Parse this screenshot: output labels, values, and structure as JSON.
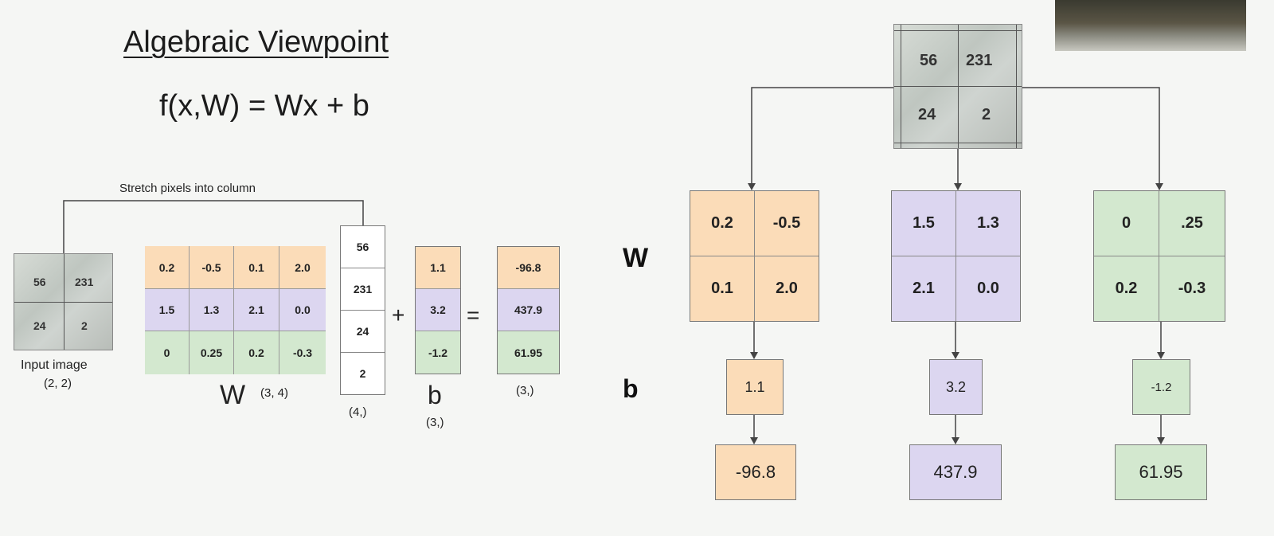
{
  "title": "Algebraic Viewpoint",
  "formula": "f(x,W) = Wx + b",
  "stretch_label": "Stretch pixels into column",
  "input_image": {
    "pixels": [
      "56",
      "231",
      "24",
      "2"
    ],
    "label": "Input image",
    "shape": "(2, 2)"
  },
  "weights": {
    "rows": [
      [
        "0.2",
        "-0.5",
        "0.1",
        "2.0"
      ],
      [
        "1.5",
        "1.3",
        "2.1",
        "0.0"
      ],
      [
        "0",
        "0.25",
        "0.2",
        "-0.3"
      ]
    ],
    "symbol": "W",
    "shape": "(3, 4)"
  },
  "column": {
    "values": [
      "56",
      "231",
      "24",
      "2"
    ],
    "shape": "(4,)"
  },
  "plus": "+",
  "bias": {
    "values": [
      "1.1",
      "3.2",
      "-1.2"
    ],
    "symbol": "b",
    "shape": "(3,)"
  },
  "equals": "=",
  "result": {
    "values": [
      "-96.8",
      "437.9",
      "61.95"
    ],
    "shape": "(3,)"
  },
  "right": {
    "w_label": "W",
    "b_label": "b",
    "top_image_pixels": [
      "56",
      "231",
      "24",
      "2"
    ],
    "classes": [
      {
        "w": [
          "0.2",
          "-0.5",
          "0.1",
          "2.0"
        ],
        "b": "1.1",
        "out": "-96.8",
        "color": "#fbdcb8"
      },
      {
        "w": [
          "1.5",
          "1.3",
          "2.1",
          "0.0"
        ],
        "b": "3.2",
        "out": "437.9",
        "color": "#dcd6f0"
      },
      {
        "w": [
          "0",
          ".25",
          "0.2",
          "-0.3"
        ],
        "b": "-1.2",
        "out": "61.95",
        "color": "#d3e8cf"
      }
    ]
  }
}
